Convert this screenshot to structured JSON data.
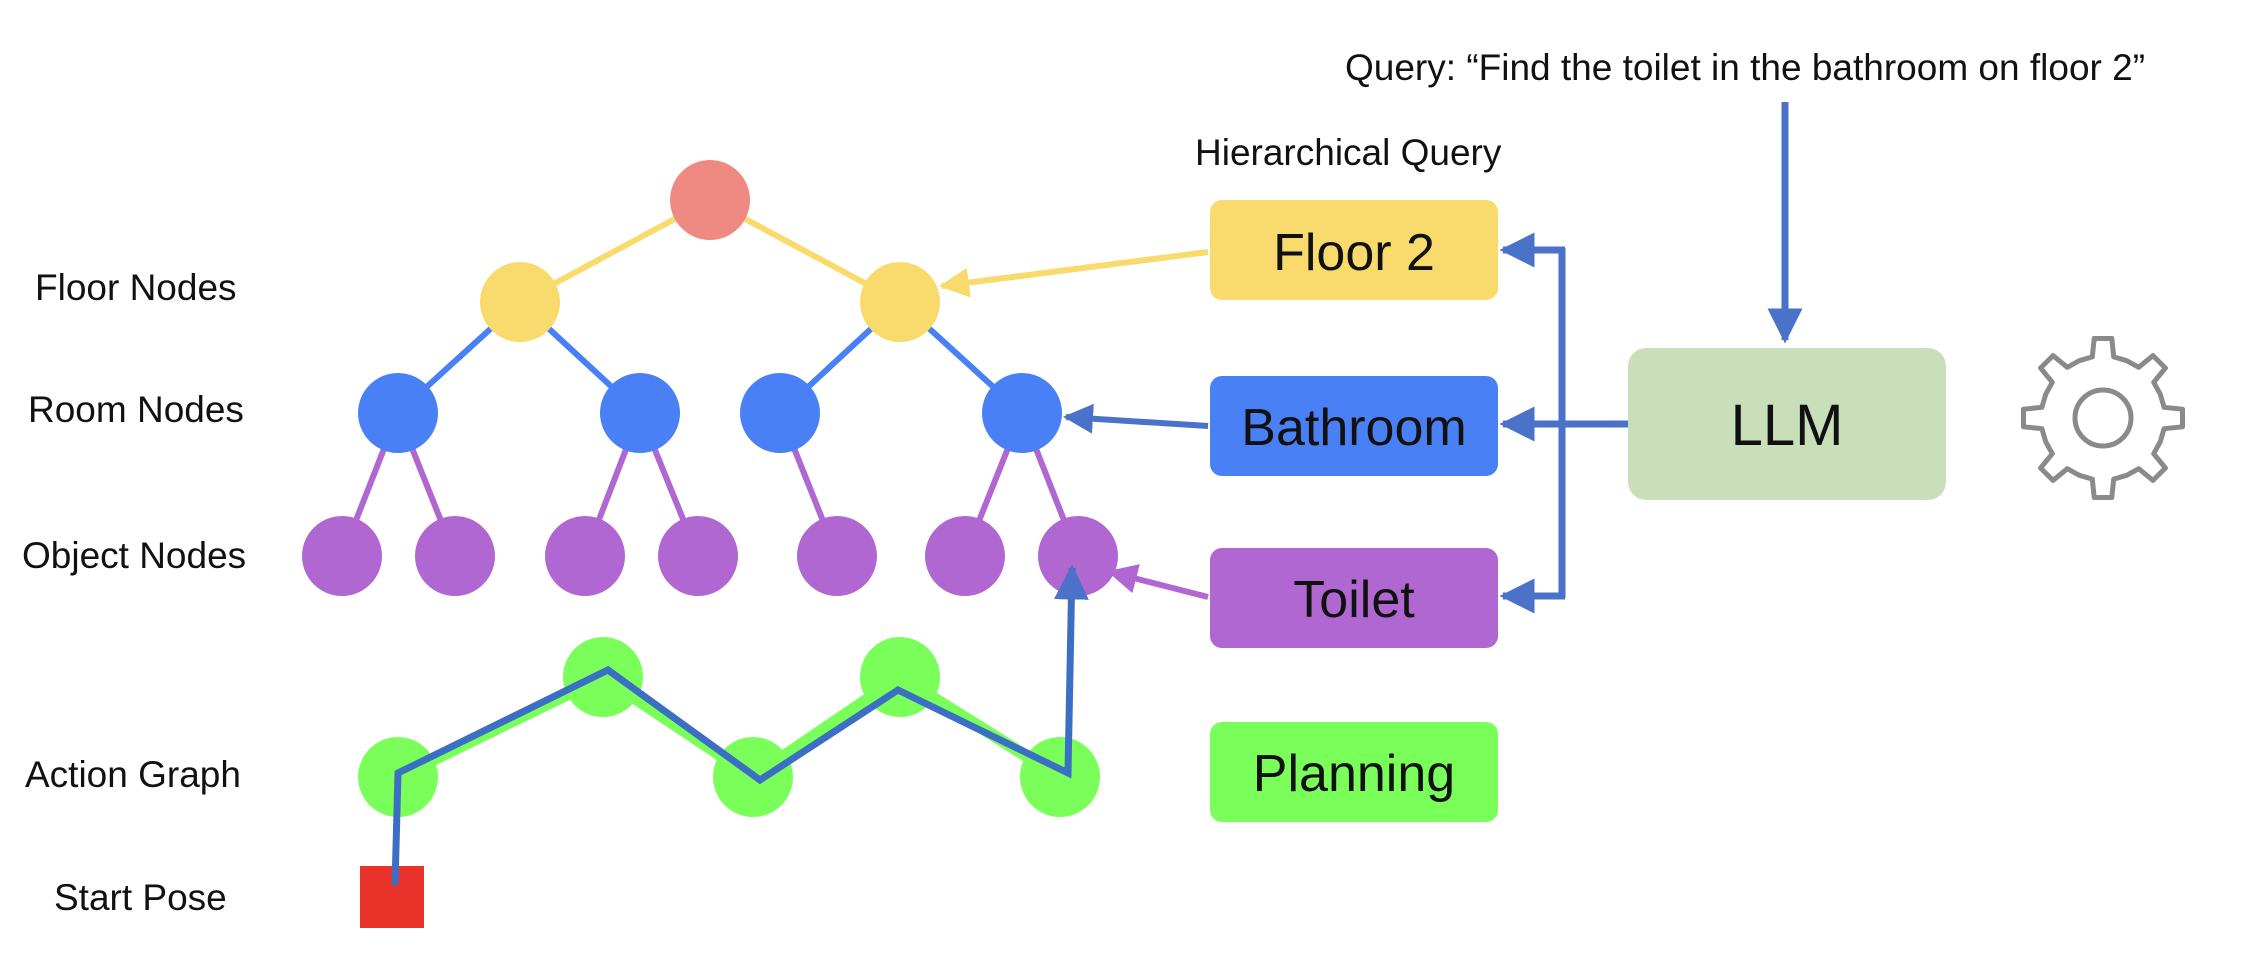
{
  "query": "Query: “Find the toilet in the bathroom on floor 2”",
  "hierarchical_query_label": "Hierarchical Query",
  "row_labels": {
    "floor": "Floor Nodes",
    "room": "Room Nodes",
    "object": "Object Nodes",
    "action": "Action Graph",
    "start": "Start Pose"
  },
  "boxes": {
    "floor": "Floor 2",
    "room": "Bathroom",
    "object": "Toilet",
    "planning": "Planning",
    "llm": "LLM"
  },
  "colors": {
    "root": "#ee8a82",
    "floor": "#f9db6d",
    "room": "#4a80f5",
    "object": "#b067d1",
    "action": "#7aff5a",
    "start": "#e8322a",
    "llm": "#c9dfba",
    "arrow": "#4a72c8",
    "path": "#3b6fc4",
    "floor_edge": "#f9db6d",
    "room_edge": "#4a80f5",
    "object_edge": "#b067d1",
    "gear": "#8a8a8a"
  },
  "icons": {
    "gear": "gear-icon"
  }
}
